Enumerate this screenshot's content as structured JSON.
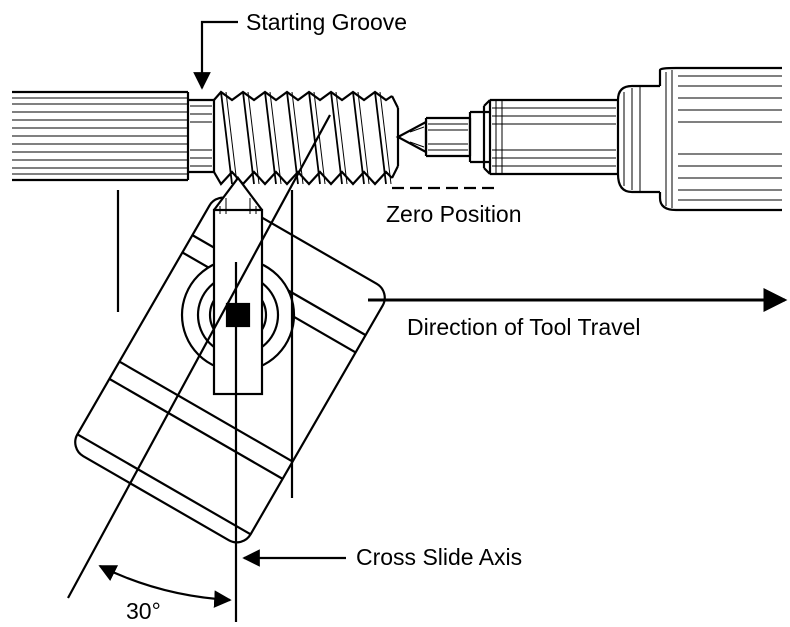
{
  "labels": {
    "starting_groove": "Starting Groove",
    "zero_position": "Zero Position",
    "direction_of_tool_travel": "Direction of Tool Travel",
    "cross_slide_axis": "Cross Slide Axis",
    "angle": "30°"
  },
  "colors": {
    "stroke": "#000000",
    "background": "#ffffff"
  }
}
